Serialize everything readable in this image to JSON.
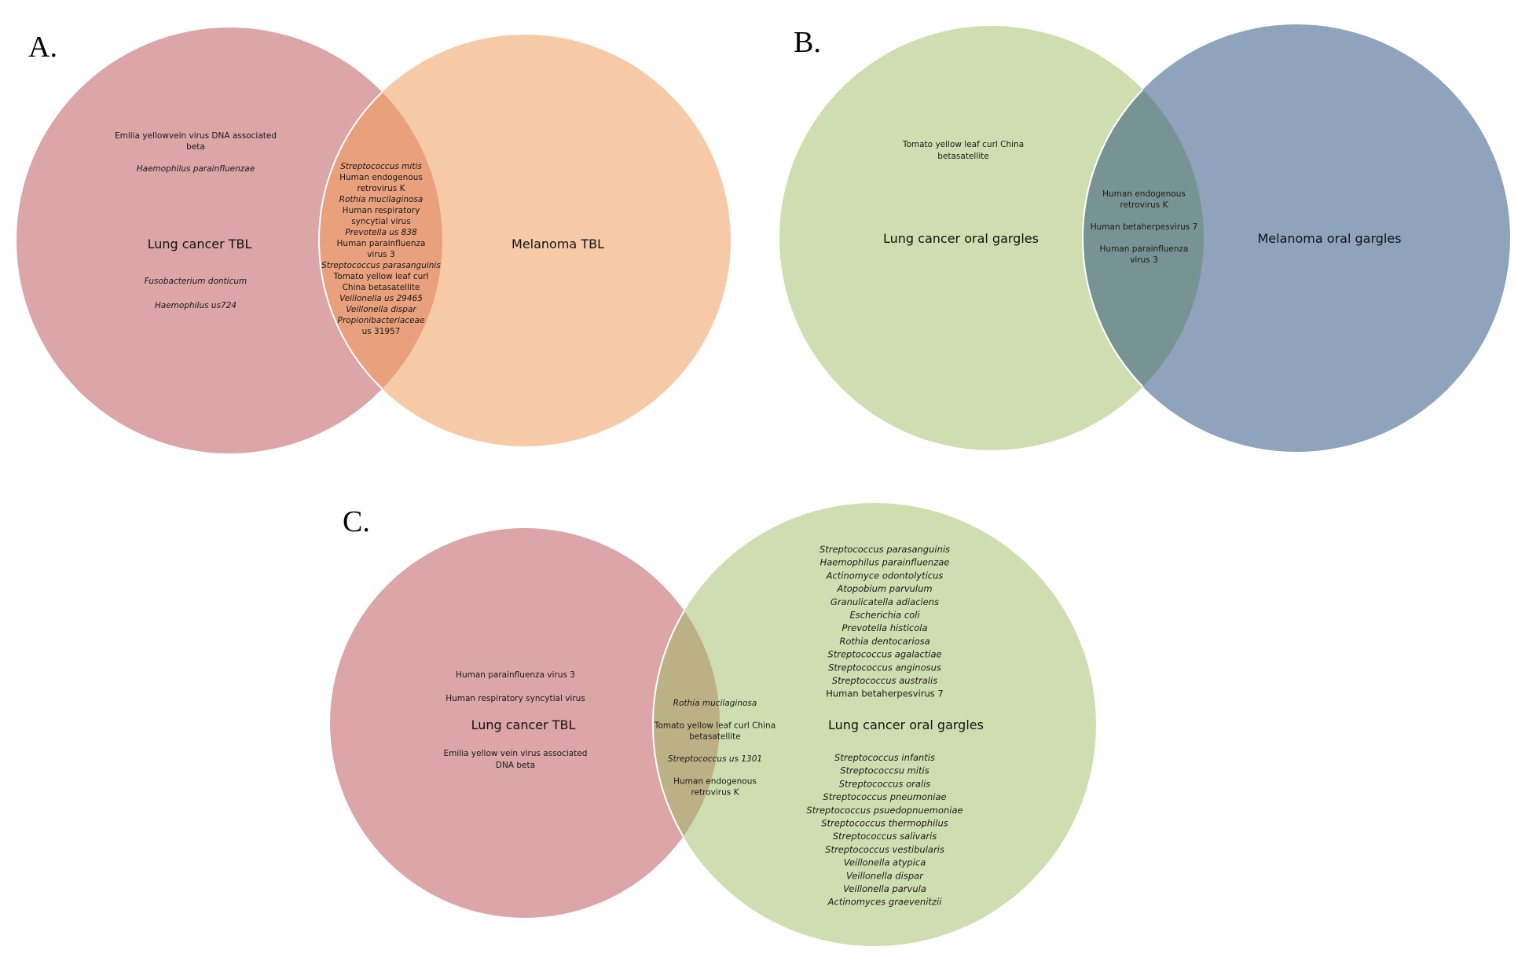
{
  "panels": [
    {
      "label": "A.",
      "sets": [
        {
          "name": "Lung cancer TBL",
          "color": "#dca5a7"
        },
        {
          "name": "Melanoma TBL",
          "color": "#f7caa7"
        }
      ],
      "overlap_color": "#e9a07c",
      "left_only": [
        {
          "text": "Emilia yellowvein virus DNA associated",
          "italic": false
        },
        {
          "text": "beta",
          "italic": false
        },
        {
          "text": "",
          "italic": false
        },
        {
          "text": "Haemophilus parainfluenzae",
          "italic": true
        }
      ],
      "left_only_bottom": [
        {
          "text": "Fusobacterium donticum",
          "italic": true
        },
        {
          "text": "",
          "italic": false
        },
        {
          "text": "Haemophilus us724",
          "italic": true
        }
      ],
      "shared": [
        {
          "text": "Streptococcus mitis",
          "italic": true
        },
        {
          "text": "Human endogenous",
          "italic": false
        },
        {
          "text": "retrovirus K",
          "italic": false
        },
        {
          "text": "Rothia mucilaginosa",
          "italic": true
        },
        {
          "text": "Human respiratory",
          "italic": false
        },
        {
          "text": "syncytial virus",
          "italic": false
        },
        {
          "text": "Prevotella us 838",
          "italic": true
        },
        {
          "text": "Human parainfluenza",
          "italic": false
        },
        {
          "text": "virus 3",
          "italic": false
        },
        {
          "text": "Streptococcus parasanguinis",
          "italic": true
        },
        {
          "text": "Tomato yellow leaf curl",
          "italic": false
        },
        {
          "text": "China betasatellite",
          "italic": false
        },
        {
          "text": "Veillonella us 29465",
          "italic": true
        },
        {
          "text": "Veillonella dispar",
          "italic": true
        },
        {
          "text": "Propionibacteriaceae",
          "italic": true
        },
        {
          "text": "us 31957",
          "italic": false
        }
      ],
      "right_only": []
    },
    {
      "label": "B.",
      "sets": [
        {
          "name": "Lung cancer oral gargles",
          "color": "#cfdeb0"
        },
        {
          "name": "Melanoma oral gargles",
          "color": "#8fa3bd"
        }
      ],
      "overlap_color": "#789393",
      "left_only": [
        {
          "text": "Tomato yellow leaf curl China",
          "italic": false
        },
        {
          "text": "betasatellite",
          "italic": false
        }
      ],
      "shared": [
        {
          "text": "Human endogenous",
          "italic": false
        },
        {
          "text": "retrovirus K",
          "italic": false
        },
        {
          "text": "",
          "italic": false
        },
        {
          "text": "Human betaherpesvirus 7",
          "italic": false
        },
        {
          "text": "",
          "italic": false
        },
        {
          "text": "Human parainfluenza",
          "italic": false
        },
        {
          "text": "virus 3",
          "italic": false
        }
      ],
      "right_only": []
    },
    {
      "label": "C.",
      "sets": [
        {
          "name": "Lung cancer TBL",
          "color": "#dca5a7"
        },
        {
          "name": "Lung cancer oral gargles",
          "color": "#cfdeb0"
        }
      ],
      "overlap_color": "#bcb085",
      "left_only": [
        {
          "text": "Human parainfluenza virus 3",
          "italic": false
        },
        {
          "text": "",
          "italic": false
        },
        {
          "text": "Human respiratory syncytial virus",
          "italic": false
        }
      ],
      "left_only_bottom": [
        {
          "text": "Emilia yellow vein virus associated",
          "italic": false
        },
        {
          "text": "DNA beta",
          "italic": false
        }
      ],
      "shared": [
        {
          "text": "Rothia mucilaginosa",
          "italic": true
        },
        {
          "text": "",
          "italic": false
        },
        {
          "text": "Tomato yellow leaf curl China",
          "italic": false
        },
        {
          "text": "betasatellite",
          "italic": false
        },
        {
          "text": "",
          "italic": false
        },
        {
          "text": "Streptococcus us 1301",
          "italic": true
        },
        {
          "text": "",
          "italic": false
        },
        {
          "text": "Human endogenous",
          "italic": false
        },
        {
          "text": "retrovirus K",
          "italic": false
        }
      ],
      "right_only": [
        {
          "text": "Streptococcus parasanguinis",
          "italic": true
        },
        {
          "text": "Haemophilus parainfluenzae",
          "italic": true
        },
        {
          "text": "Actinomyce odontolyticus",
          "italic": true
        },
        {
          "text": "Atopobium parvulum",
          "italic": true
        },
        {
          "text": "Granulicatella adiaciens",
          "italic": true
        },
        {
          "text": "Escherichia coli",
          "italic": true
        },
        {
          "text": "Prevotella histicola",
          "italic": true
        },
        {
          "text": "Rothia dentocariosa",
          "italic": true
        },
        {
          "text": "Streptococcus agalactiae",
          "italic": true
        },
        {
          "text": "Streptococcus anginosus",
          "italic": true
        },
        {
          "text": "Streptococcus australis",
          "italic": true
        },
        {
          "text": "Human betaherpesvirus 7",
          "italic": false
        }
      ],
      "right_only_bottom": [
        {
          "text": "Streptococcus infantis",
          "italic": true
        },
        {
          "text": "Streptococcsu mitis",
          "italic": true
        },
        {
          "text": "Streptococcus oralis",
          "italic": true
        },
        {
          "text": "Streptococcus pneumoniae",
          "italic": true
        },
        {
          "text": "Streptococcus psuedopnuemoniae",
          "italic": true
        },
        {
          "text": "Streptococcus thermophilus",
          "italic": true
        },
        {
          "text": "Streptococcus salivaris",
          "italic": true
        },
        {
          "text": "Streptococcus vestibularis",
          "italic": true
        },
        {
          "text": "Veillonella atypica",
          "italic": true
        },
        {
          "text": "Veillonella dispar",
          "italic": true
        },
        {
          "text": "Veillonella parvula",
          "italic": true
        },
        {
          "text": "Actinomyces graevenitzii",
          "italic": true
        }
      ]
    }
  ]
}
